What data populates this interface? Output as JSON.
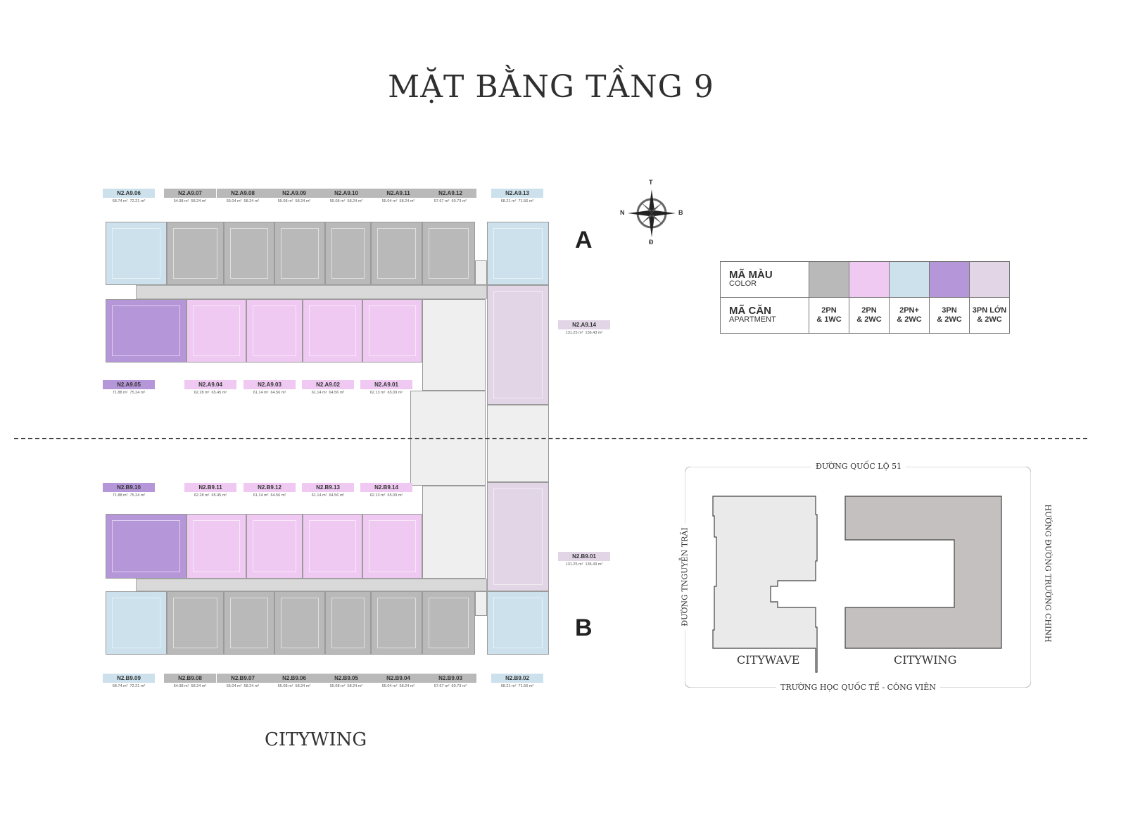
{
  "title": "MẶT BẰNG TẦNG 9",
  "wing_a_label": "A",
  "wing_b_label": "B",
  "building_name": "CITYWING",
  "compass": {
    "north": "T",
    "south": "Đ",
    "west": "N",
    "east": "B"
  },
  "colors": {
    "2pn_1wc": "#b9b9b9",
    "2pn_2wc": "#efc9f2",
    "2pn_plus_2wc": "#cce1ec",
    "3pn_2wc": "#b596d9",
    "3pn_lon_2wc": "#e2d6e6"
  },
  "legend": {
    "color_title": "MÃ MÀU",
    "color_sub": "COLOR",
    "apartment_title": "MÃ CĂN",
    "apartment_sub": "APARTMENT",
    "types": [
      {
        "key": "2pn_1wc",
        "line1": "2PN",
        "line2": "& 1WC"
      },
      {
        "key": "2pn_2wc",
        "line1": "2PN",
        "line2": "& 2WC"
      },
      {
        "key": "2pn_plus_2wc",
        "line1": "2PN+",
        "line2": "& 2WC"
      },
      {
        "key": "3pn_2wc",
        "line1": "3PN",
        "line2": "& 2WC"
      },
      {
        "key": "3pn_lon_2wc",
        "line1": "3PN LỚN",
        "line2": "& 2WC"
      }
    ]
  },
  "units": [
    {
      "code": "N2.A9.06",
      "a1": "68.74 m²",
      "a2": "72.21 m²",
      "type": "2pn_plus_2wc"
    },
    {
      "code": "N2.A9.07",
      "a1": "54.98 m²",
      "a2": "58.24 m²",
      "type": "2pn_1wc"
    },
    {
      "code": "N2.A9.08",
      "a1": "55.04 m²",
      "a2": "58.24 m²",
      "type": "2pn_1wc"
    },
    {
      "code": "N2.A9.09",
      "a1": "55.08 m²",
      "a2": "58.24 m²",
      "type": "2pn_1wc"
    },
    {
      "code": "N2.A9.10",
      "a1": "55.08 m²",
      "a2": "58.24 m²",
      "type": "2pn_1wc"
    },
    {
      "code": "N2.A9.11",
      "a1": "55.04 m²",
      "a2": "58.24 m²",
      "type": "2pn_1wc"
    },
    {
      "code": "N2.A9.12",
      "a1": "57.67 m²",
      "a2": "60.73 m²",
      "type": "2pn_1wc"
    },
    {
      "code": "N2.A9.13",
      "a1": "68.21 m²",
      "a2": "71.56 m²",
      "type": "2pn_plus_2wc"
    },
    {
      "code": "N2.A9.05",
      "a1": "71.88 m²",
      "a2": "75.24 m²",
      "type": "3pn_2wc"
    },
    {
      "code": "N2.A9.04",
      "a1": "62.28 m²",
      "a2": "65.45 m²",
      "type": "2pn_2wc"
    },
    {
      "code": "N2.A9.03",
      "a1": "61.14 m²",
      "a2": "64.56 m²",
      "type": "2pn_2wc"
    },
    {
      "code": "N2.A9.02",
      "a1": "61.14 m²",
      "a2": "64.56 m²",
      "type": "2pn_2wc"
    },
    {
      "code": "N2.A9.01",
      "a1": "62.13 m²",
      "a2": "65.09 m²",
      "type": "2pn_2wc"
    },
    {
      "code": "N2.A9.14",
      "a1": "131.25 m²",
      "a2": "136.43 m²",
      "type": "3pn_lon_2wc"
    },
    {
      "code": "N2.B9.10",
      "a1": "71.88 m²",
      "a2": "75.24 m²",
      "type": "3pn_2wc"
    },
    {
      "code": "N2.B9.11",
      "a1": "62.28 m²",
      "a2": "65.45 m²",
      "type": "2pn_2wc"
    },
    {
      "code": "N2.B9.12",
      "a1": "61.14 m²",
      "a2": "64.56 m²",
      "type": "2pn_2wc"
    },
    {
      "code": "N2.B9.13",
      "a1": "61.14 m²",
      "a2": "64.56 m²",
      "type": "2pn_2wc"
    },
    {
      "code": "N2.B9.14",
      "a1": "62.13 m²",
      "a2": "65.09 m²",
      "type": "2pn_2wc"
    },
    {
      "code": "N2.B9.01",
      "a1": "131.25 m²",
      "a2": "136.43 m²",
      "type": "3pn_lon_2wc"
    },
    {
      "code": "N2.B9.09",
      "a1": "68.74 m²",
      "a2": "72.21 m²",
      "type": "2pn_plus_2wc"
    },
    {
      "code": "N2.B9.08",
      "a1": "54.98 m²",
      "a2": "58.24 m²",
      "type": "2pn_1wc"
    },
    {
      "code": "N2.B9.07",
      "a1": "55.04 m²",
      "a2": "58.24 m²",
      "type": "2pn_1wc"
    },
    {
      "code": "N2.B9.06",
      "a1": "55.08 m²",
      "a2": "58.24 m²",
      "type": "2pn_1wc"
    },
    {
      "code": "N2.B9.05",
      "a1": "55.08 m²",
      "a2": "58.24 m²",
      "type": "2pn_1wc"
    },
    {
      "code": "N2.B9.04",
      "a1": "55.04 m²",
      "a2": "58.24 m²",
      "type": "2pn_1wc"
    },
    {
      "code": "N2.B9.03",
      "a1": "57.67 m²",
      "a2": "60.73 m²",
      "type": "2pn_1wc"
    },
    {
      "code": "N2.B9.02",
      "a1": "68.21 m²",
      "a2": "71.56 m²",
      "type": "2pn_plus_2wc"
    }
  ],
  "site_map": {
    "road_top": "ĐƯỜNG QUỐC LỘ 51",
    "road_left": "ĐƯỜNG TNGUYỄN TRÃI",
    "road_right": "HƯỚNG ĐƯỜNG TRƯỜNG CHINH",
    "road_bottom": "TRƯỜNG HỌC QUỐC TẾ - CÔNG VIÊN",
    "building_left": "CITYWAVE",
    "building_right": "CITYWING"
  }
}
